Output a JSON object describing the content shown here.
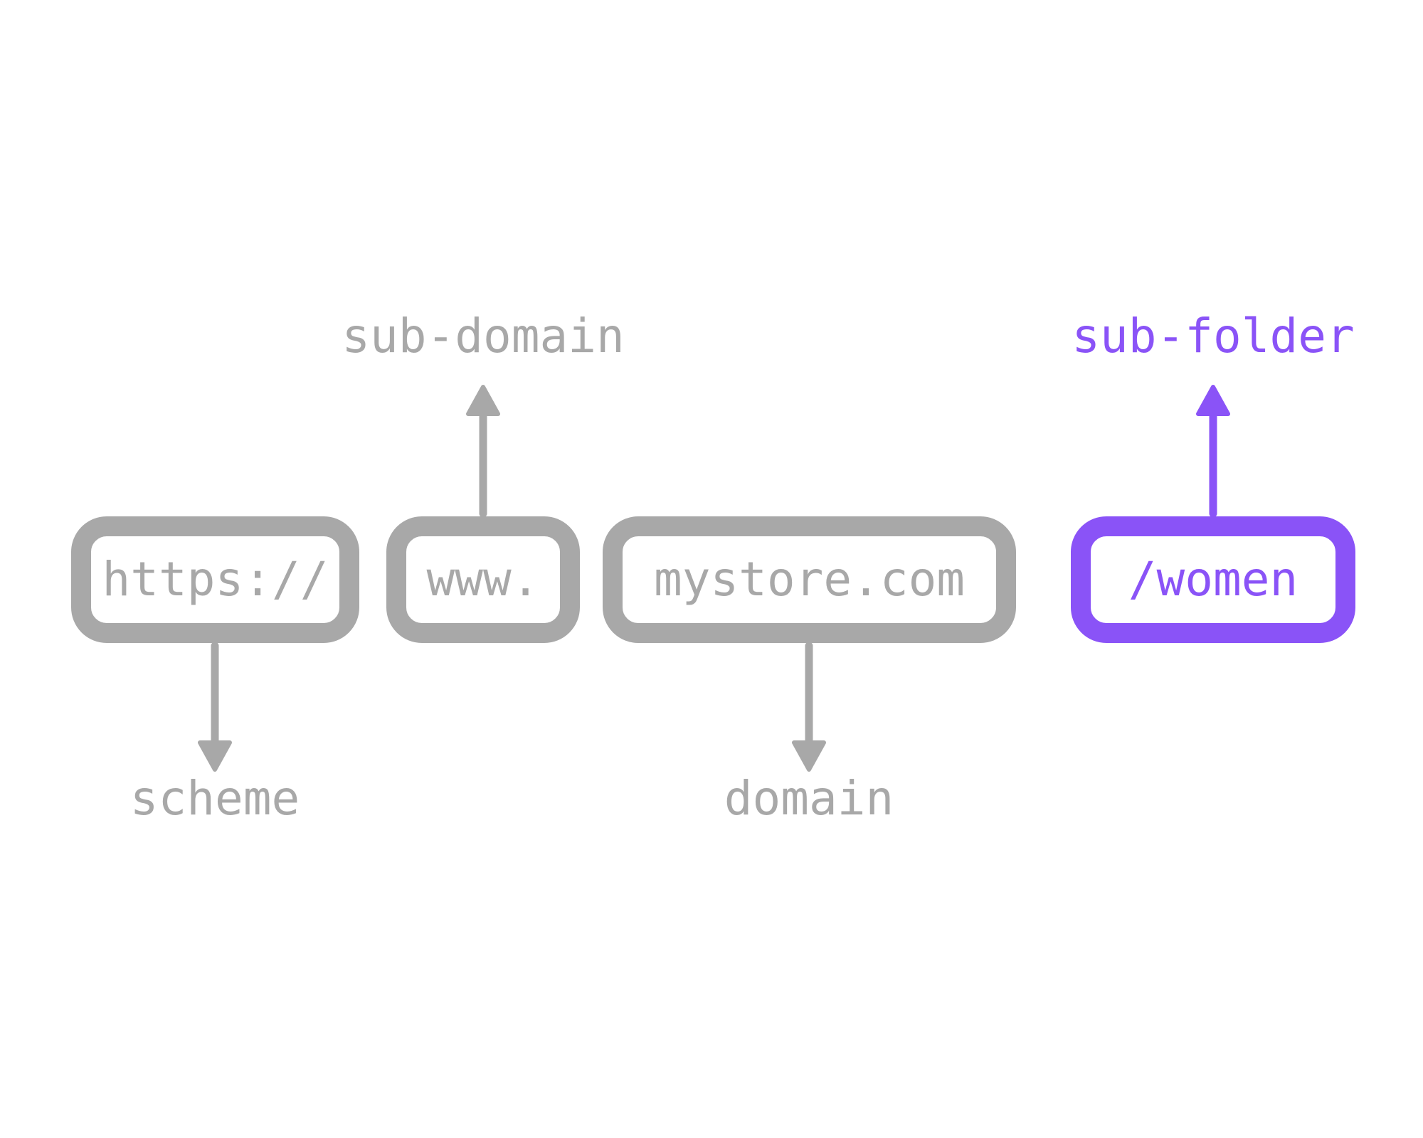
{
  "diagram": {
    "background": "#ffffff",
    "colors": {
      "gray": "#a8a8a8",
      "purple": "#8a53f7"
    },
    "segments": [
      {
        "box_text": "https://",
        "label": "scheme",
        "label_position": "below",
        "color": "gray"
      },
      {
        "box_text": "www.",
        "label": "sub-domain",
        "label_position": "above",
        "color": "gray"
      },
      {
        "box_text": "mystore.com",
        "label": "domain",
        "label_position": "below",
        "color": "gray"
      },
      {
        "box_text": "/women",
        "label": "sub-folder",
        "label_position": "above",
        "color": "purple"
      }
    ]
  }
}
